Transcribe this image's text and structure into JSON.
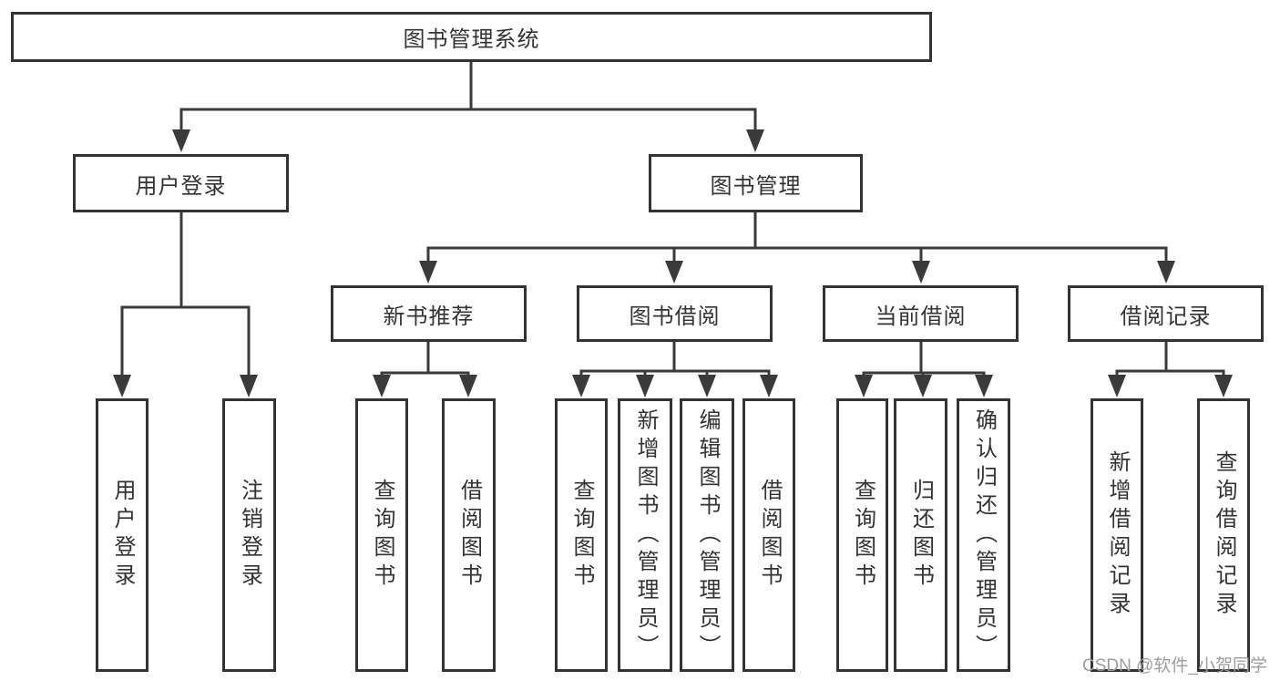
{
  "title": "图书管理系统",
  "branches": [
    {
      "label": "用户登录",
      "children": [
        "用户登录",
        "注销登录"
      ]
    },
    {
      "label": "图书管理",
      "sections": [
        {
          "label": "新书推荐",
          "children": [
            "查询图书",
            "借阅图书"
          ]
        },
        {
          "label": "图书借阅",
          "children": [
            "查询图书",
            "新增图书（管理员）",
            "编辑图书（管理员）",
            "借阅图书"
          ]
        },
        {
          "label": "当前借阅",
          "children": [
            "查询图书",
            "归还图书",
            "确认归还（管理员）"
          ]
        },
        {
          "label": "借阅记录",
          "children": [
            "新增借阅记录",
            "查询借阅记录"
          ]
        }
      ]
    }
  ],
  "watermark": "CSDN @软件_小贺同学",
  "colors": {
    "line": "#3a3a3a",
    "box_border": "#333333",
    "text": "#333333",
    "watermark": "#9d9d9d",
    "background": "#ffffff"
  }
}
